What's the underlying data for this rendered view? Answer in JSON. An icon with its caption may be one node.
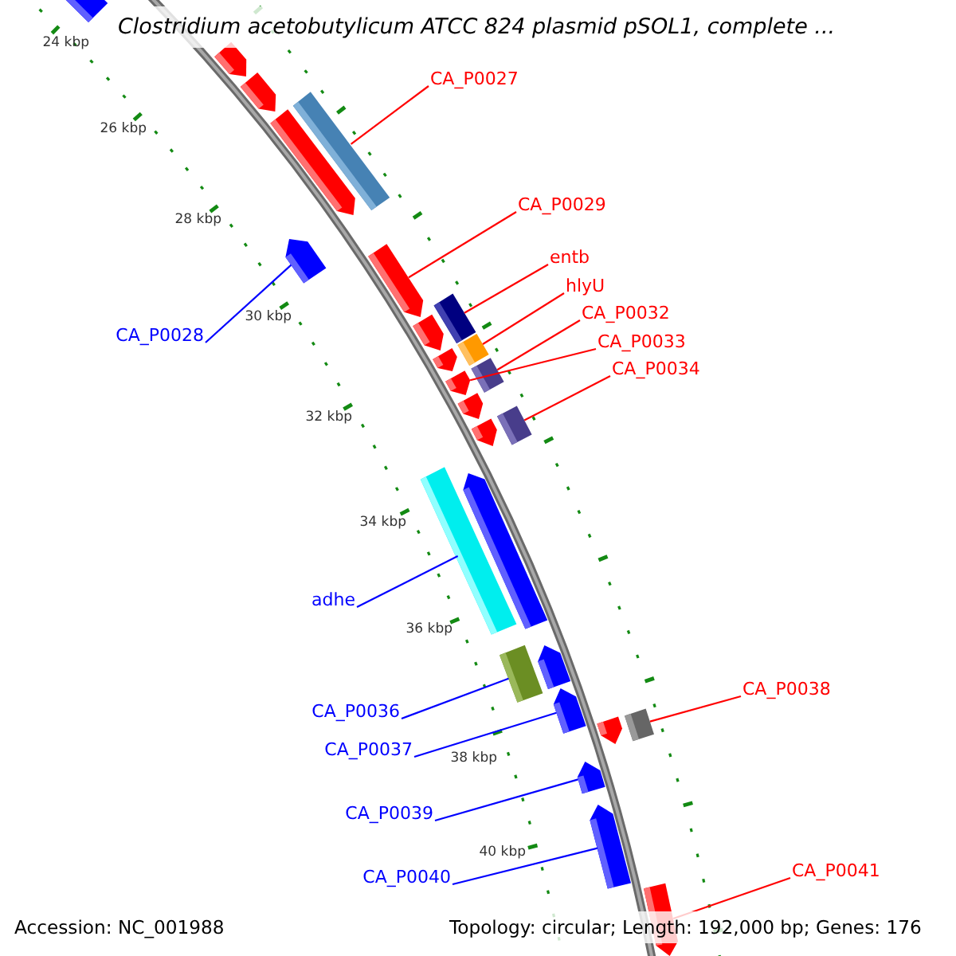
{
  "diagram": {
    "title": "Clostridium acetobutylicum ATCC 824 plasmid pSOL1, complete ...",
    "nodes": [
      {
        "text": [
          "CA_P0027"
        ]
      },
      {
        "text": [
          "CA_P0029"
        ]
      },
      {
        "text": [
          "entb"
        ]
      },
      {
        "text": [
          "hlyU"
        ]
      },
      {
        "text": [
          "CA_P0032"
        ]
      },
      {
        "text": [
          "CA_P0028"
        ]
      },
      {
        "text": [
          "CA_P0033"
        ]
      },
      {
        "text": [
          "CA_P0034"
        ]
      },
      {
        "text": [
          "adhe"
        ]
      },
      {
        "text": [
          "CA_P0038"
        ]
      },
      {
        "text": [
          "CA_P0036"
        ]
      },
      {
        "text": [
          "CA_P0037"
        ]
      },
      {
        "text": [
          "CA_P0039"
        ]
      },
      {
        "text": [
          "CA_P0041"
        ]
      },
      {
        "text": [
          "CA_P0040"
        ]
      },
      {
        "text": [],
        "shape": "bar"
      },
      {
        "text": [],
        "shape": "arrow"
      },
      {
        "text": [],
        "shape": "bar"
      },
      {
        "text": [],
        "shape": "bar"
      },
      {
        "text": [],
        "shape": "bar"
      },
      {
        "text": [],
        "shape": "arrow"
      },
      {
        "text": [],
        "shape": "arrow"
      },
      {
        "text": [],
        "shape": "bar"
      },
      {
        "text": [],
        "shape": "bar"
      },
      {
        "text": [],
        "shape": "bar"
      },
      {
        "text": [],
        "shape": "bar"
      },
      {
        "text": [],
        "shape": "arrow"
      },
      {
        "text": [],
        "shape": "arrow"
      },
      {
        "text": [],
        "shape": "arrow"
      },
      {
        "text": [],
        "shape": "arrow"
      },
      {
        "text": [],
        "shape": "arrow"
      },
      {
        "text": [],
        "shape": "arrow"
      },
      {
        "text": [],
        "shape": "arrow"
      },
      {
        "text": [],
        "shape": "arrow"
      },
      {
        "text": [],
        "shape": "arrow"
      },
      {
        "text": [],
        "shape": "arrow"
      },
      {
        "text": [],
        "shape": "arrow"
      },
      {
        "text": [],
        "shape": "arrow"
      },
      {
        "text": [],
        "shape": "arrow"
      },
      {
        "text": [],
        "shape": "arrow"
      },
      {
        "text": [],
        "shape": "arrow"
      }
    ],
    "edges": [
      {
        "from": 0,
        "to": 15,
        "arrow": "none"
      },
      {
        "from": 1,
        "to": 16,
        "arrow": "none"
      },
      {
        "from": 2,
        "to": 17,
        "arrow": "none"
      },
      {
        "from": 3,
        "to": 18,
        "arrow": "none"
      },
      {
        "from": 4,
        "to": 19,
        "arrow": "none"
      },
      {
        "from": 5,
        "to": 20,
        "arrow": "none",
        "color": "#0000ff"
      },
      {
        "from": 6,
        "to": 21,
        "arrow": "none"
      },
      {
        "from": 7,
        "to": 22,
        "arrow": "none"
      },
      {
        "from": 8,
        "to": 23,
        "arrow": "none",
        "color": "#0000ff"
      },
      {
        "from": 9,
        "to": 24,
        "arrow": "none"
      },
      {
        "from": 10,
        "to": 25,
        "arrow": "none",
        "color": "#0000ff"
      },
      {
        "from": 11,
        "to": 26,
        "arrow": "none",
        "color": "#0000ff"
      },
      {
        "from": 12,
        "to": 27,
        "arrow": "none",
        "color": "#0000ff"
      },
      {
        "from": 13,
        "to": 28,
        "arrow": "none"
      },
      {
        "from": 14,
        "to": 29,
        "arrow": "none",
        "color": "#0000ff"
      }
    ],
    "labels": [
      "24 kbp",
      "26 kbp",
      "28 kbp",
      "30 kbp",
      "32 kbp",
      "34 kbp",
      "36 kbp",
      "38 kbp",
      "40 kbp",
      "Accession: NC_001988",
      "Topology: circular; Length: 192,000 bp; Genes: 176"
    ]
  }
}
